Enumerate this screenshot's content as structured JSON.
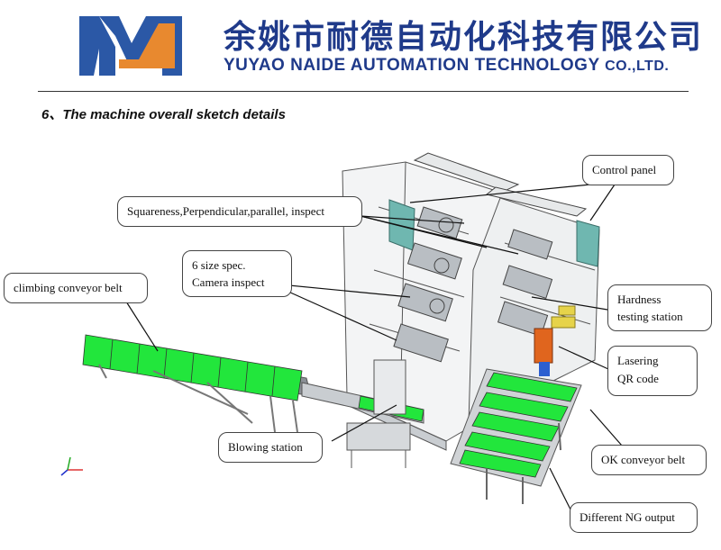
{
  "header": {
    "company_cn": "余姚市耐德自动化科技有限公司",
    "company_en_main": "YUYAO NAIDE AUTOMATION TECHNOLOGY",
    "company_en_suffix": "CO.,LTD.",
    "logo_colors": {
      "blue": "#2b58a6",
      "orange": "#e8892f"
    }
  },
  "section": {
    "title": "6、The machine overall sketch details"
  },
  "callouts": {
    "control_panel": "Control panel",
    "squareness": "Squareness,Perpendicular,parallel, inspect",
    "size_spec_line1": "6 size spec.",
    "size_spec_line2": "Camera inspect",
    "climbing_conveyor": "climbing conveyor belt",
    "hardness_line1": "Hardness",
    "hardness_line2": "testing station",
    "lasering_line1": "Lasering",
    "lasering_line2": "QR code",
    "blowing_station": "Blowing station",
    "ok_conveyor": "OK conveyor belt",
    "ng_output": "Different NG output"
  },
  "colors": {
    "belt_green": "#22e63c",
    "frame_grey": "#8a8f95",
    "panel_teal": "#6fb7b0",
    "accent_orange": "#e0651e"
  }
}
